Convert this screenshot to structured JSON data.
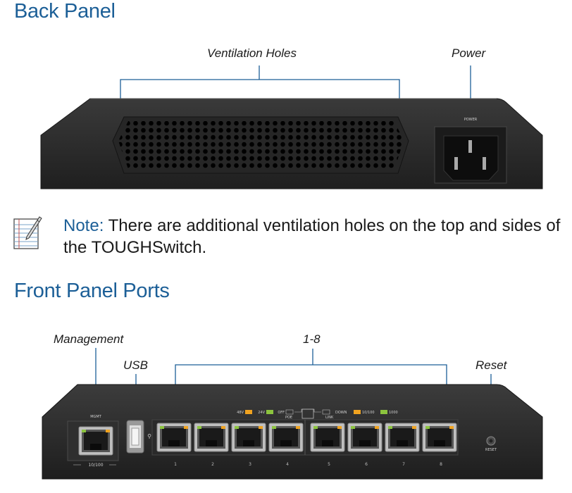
{
  "back_panel": {
    "heading": "Back Panel",
    "callouts": {
      "ventilation": "Ventilation Holes",
      "power": "Power"
    },
    "device": {
      "power_socket_label": "POWER"
    }
  },
  "note": {
    "label": "Note:",
    "text": " There are additional ventilation holes on the top and sides of the TOUGHSwitch.",
    "icon": "notepad-icon"
  },
  "front_panel": {
    "heading": "Front Panel Ports",
    "callouts": {
      "management": "Management",
      "usb": "USB",
      "ports": "1-8",
      "reset": "Reset"
    },
    "device": {
      "mgmt_port_label": "MGMT",
      "mgmt_speed": "10/100",
      "reset_label": "RESET",
      "legend": {
        "v48": "48V",
        "v24": "24V",
        "off": "OFF",
        "poe": "POE",
        "down": "DOWN",
        "link": "LINK",
        "speed_10_100": "10/100",
        "speed_1000": "1000"
      },
      "port_numbers": [
        "1",
        "2",
        "3",
        "4",
        "5",
        "6",
        "7",
        "8"
      ]
    }
  },
  "colors": {
    "heading": "#1c5f97",
    "device_body": "#2b2b2b",
    "led_amber": "#f0a320",
    "led_green": "#8cc43e"
  }
}
